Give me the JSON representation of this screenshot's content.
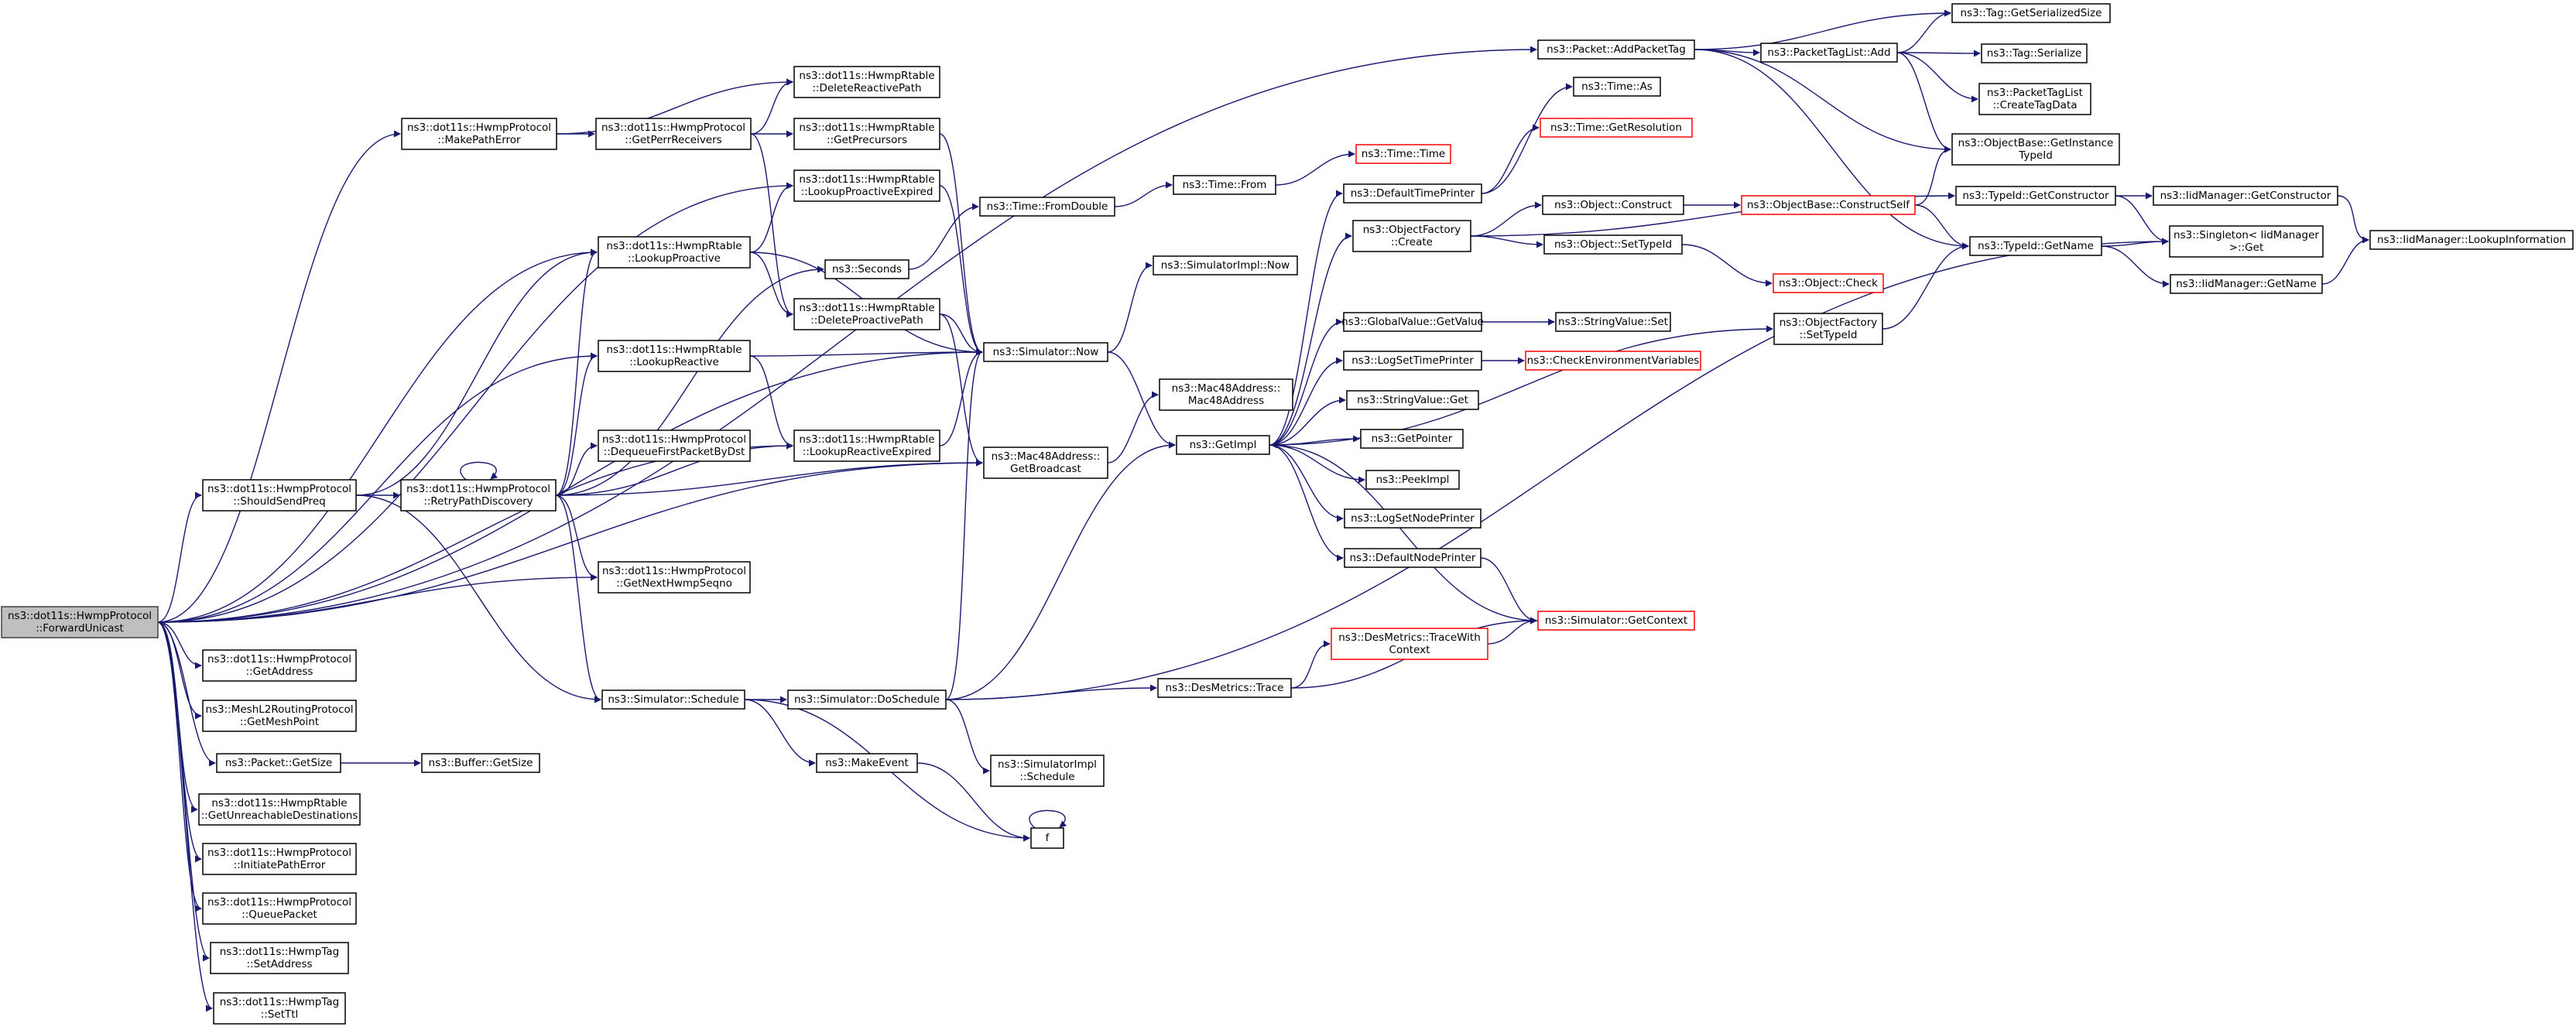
{
  "diagram": {
    "title": "",
    "colors": {
      "edge": "#191970",
      "root_fill": "#bfbfbf",
      "truncated_border": "#ff0000"
    },
    "nodes": [
      {
        "id": "forwardUnicast",
        "lines": [
          "ns3::dot11s::HwmpProtocol",
          "::ForwardUnicast"
        ],
        "root": true
      },
      {
        "id": "makePathError",
        "lines": [
          "ns3::dot11s::HwmpProtocol",
          "::MakePathError"
        ]
      },
      {
        "id": "getPerrReceivers",
        "lines": [
          "ns3::dot11s::HwmpProtocol",
          "::GetPerrReceivers"
        ]
      },
      {
        "id": "deleteReactivePath",
        "lines": [
          "ns3::dot11s::HwmpRtable",
          "::DeleteReactivePath"
        ]
      },
      {
        "id": "getPrecursors",
        "lines": [
          "ns3::dot11s::HwmpRtable",
          "::GetPrecursors"
        ]
      },
      {
        "id": "lookupProactiveExpired",
        "lines": [
          "ns3::dot11s::HwmpRtable",
          "::LookupProactiveExpired"
        ]
      },
      {
        "id": "lookupProactive",
        "lines": [
          "ns3::dot11s::HwmpRtable",
          "::LookupProactive"
        ]
      },
      {
        "id": "seconds",
        "lines": [
          "ns3::Seconds"
        ]
      },
      {
        "id": "deleteProactivePath",
        "lines": [
          "ns3::dot11s::HwmpRtable",
          "::DeleteProactivePath"
        ]
      },
      {
        "id": "lookupReactive",
        "lines": [
          "ns3::dot11s::HwmpRtable",
          "::LookupReactive"
        ]
      },
      {
        "id": "dequeueFirst",
        "lines": [
          "ns3::dot11s::HwmpProtocol",
          "::DequeueFirstPacketByDst"
        ]
      },
      {
        "id": "lookupReactiveExpired",
        "lines": [
          "ns3::dot11s::HwmpRtable",
          "::LookupReactiveExpired"
        ]
      },
      {
        "id": "shouldSendPreq",
        "lines": [
          "ns3::dot11s::HwmpProtocol",
          "::ShouldSendPreq"
        ]
      },
      {
        "id": "retryPathDiscovery",
        "lines": [
          "ns3::dot11s::HwmpProtocol",
          "::RetryPathDiscovery"
        ]
      },
      {
        "id": "getNextHwmpSeqno",
        "lines": [
          "ns3::dot11s::HwmpProtocol",
          "::GetNextHwmpSeqno"
        ]
      },
      {
        "id": "getAddress",
        "lines": [
          "ns3::dot11s::HwmpProtocol",
          "::GetAddress"
        ]
      },
      {
        "id": "getMeshPoint",
        "lines": [
          "ns3::MeshL2RoutingProtocol",
          "::GetMeshPoint"
        ]
      },
      {
        "id": "packetGetSize",
        "lines": [
          "ns3::Packet::GetSize"
        ]
      },
      {
        "id": "bufferGetSize",
        "lines": [
          "ns3::Buffer::GetSize"
        ]
      },
      {
        "id": "getUnreachable",
        "lines": [
          "ns3::dot11s::HwmpRtable",
          "::GetUnreachableDestinations"
        ]
      },
      {
        "id": "initiatePathError",
        "lines": [
          "ns3::dot11s::HwmpProtocol",
          "::InitiatePathError"
        ]
      },
      {
        "id": "queuePacket",
        "lines": [
          "ns3::dot11s::HwmpProtocol",
          "::QueuePacket"
        ]
      },
      {
        "id": "hwmpTagSetAddress",
        "lines": [
          "ns3::dot11s::HwmpTag",
          "::SetAddress"
        ]
      },
      {
        "id": "hwmpTagSetTtl",
        "lines": [
          "ns3::dot11s::HwmpTag",
          "::SetTtl"
        ]
      },
      {
        "id": "simSchedule",
        "lines": [
          "ns3::Simulator::Schedule"
        ]
      },
      {
        "id": "simDoSchedule",
        "lines": [
          "ns3::Simulator::DoSchedule"
        ]
      },
      {
        "id": "makeEvent",
        "lines": [
          "ns3::MakeEvent"
        ]
      },
      {
        "id": "f",
        "lines": [
          "f"
        ]
      },
      {
        "id": "simImplSchedule",
        "lines": [
          "ns3::SimulatorImpl",
          "::Schedule"
        ]
      },
      {
        "id": "desMetricsTrace",
        "lines": [
          "ns3::DesMetrics::Trace"
        ]
      },
      {
        "id": "traceWithContext",
        "lines": [
          "ns3::DesMetrics::TraceWith",
          "Context"
        ],
        "truncated": true
      },
      {
        "id": "getContext",
        "lines": [
          "ns3::Simulator::GetContext"
        ],
        "truncated": true
      },
      {
        "id": "simNow",
        "lines": [
          "ns3::Simulator::Now"
        ]
      },
      {
        "id": "simImplNow",
        "lines": [
          "ns3::SimulatorImpl::Now"
        ]
      },
      {
        "id": "timeFromDouble",
        "lines": [
          "ns3::Time::FromDouble"
        ]
      },
      {
        "id": "timeFrom",
        "lines": [
          "ns3::Time::From"
        ]
      },
      {
        "id": "timeTime",
        "lines": [
          "ns3::Time::Time"
        ],
        "truncated": true
      },
      {
        "id": "mac48Ctor",
        "lines": [
          "ns3::Mac48Address::",
          "Mac48Address"
        ]
      },
      {
        "id": "mac48Broadcast",
        "lines": [
          "ns3::Mac48Address::",
          "GetBroadcast"
        ]
      },
      {
        "id": "getImpl",
        "lines": [
          "ns3::GetImpl"
        ]
      },
      {
        "id": "packetAddTag",
        "lines": [
          "ns3::Packet::AddPacketTag"
        ]
      },
      {
        "id": "tagListAdd",
        "lines": [
          "ns3::PacketTagList::Add"
        ]
      },
      {
        "id": "tagGetSerSize",
        "lines": [
          "ns3::Tag::GetSerializedSize"
        ]
      },
      {
        "id": "tagSerialize",
        "lines": [
          "ns3::Tag::Serialize"
        ]
      },
      {
        "id": "createTagData",
        "lines": [
          "ns3::PacketTagList",
          "::CreateTagData"
        ]
      },
      {
        "id": "getInstanceTypeId",
        "lines": [
          "ns3::ObjectBase::GetInstance",
          "TypeId"
        ]
      },
      {
        "id": "timeAs",
        "lines": [
          "ns3::Time::As"
        ]
      },
      {
        "id": "timeGetResolution",
        "lines": [
          "ns3::Time::GetResolution"
        ],
        "truncated": true
      },
      {
        "id": "defaultTimePrinter",
        "lines": [
          "ns3::DefaultTimePrinter"
        ]
      },
      {
        "id": "objFactoryCreate",
        "lines": [
          "ns3::ObjectFactory",
          "::Create"
        ]
      },
      {
        "id": "objConstruct",
        "lines": [
          "ns3::Object::Construct"
        ]
      },
      {
        "id": "constructSelf",
        "lines": [
          "ns3::ObjectBase::ConstructSelf"
        ],
        "truncated": true
      },
      {
        "id": "objSetTypeId",
        "lines": [
          "ns3::Object::SetTypeId"
        ]
      },
      {
        "id": "objCheck",
        "lines": [
          "ns3::Object::Check"
        ],
        "truncated": true
      },
      {
        "id": "gvGetValue",
        "lines": [
          "ns3::GlobalValue::GetValue"
        ]
      },
      {
        "id": "svSet",
        "lines": [
          "ns3::StringValue::Set"
        ]
      },
      {
        "id": "logSetTimePrinter",
        "lines": [
          "ns3::LogSetTimePrinter"
        ]
      },
      {
        "id": "checkEnv",
        "lines": [
          "ns3::CheckEnvironmentVariables"
        ],
        "truncated": true
      },
      {
        "id": "svGet",
        "lines": [
          "ns3::StringValue::Get"
        ]
      },
      {
        "id": "getPointer",
        "lines": [
          "ns3::GetPointer"
        ]
      },
      {
        "id": "peekImpl",
        "lines": [
          "ns3::PeekImpl"
        ]
      },
      {
        "id": "logSetNodePrinter",
        "lines": [
          "ns3::LogSetNodePrinter"
        ]
      },
      {
        "id": "defaultNodePrinter",
        "lines": [
          "ns3::DefaultNodePrinter"
        ]
      },
      {
        "id": "ofSetTypeId",
        "lines": [
          "ns3::ObjectFactory",
          "::SetTypeId"
        ]
      },
      {
        "id": "tidGetConstructor",
        "lines": [
          "ns3::TypeId::GetConstructor"
        ]
      },
      {
        "id": "tidGetName",
        "lines": [
          "ns3::TypeId::GetName"
        ]
      },
      {
        "id": "iidGetConstructor",
        "lines": [
          "ns3::IidManager::GetConstructor"
        ]
      },
      {
        "id": "singletonGet",
        "lines": [
          "ns3::Singleton< IidManager",
          " >::Get"
        ]
      },
      {
        "id": "iidGetName",
        "lines": [
          "ns3::IidManager::GetName"
        ]
      },
      {
        "id": "iidLookupInfo",
        "lines": [
          "ns3::IidManager::LookupInformation"
        ]
      }
    ]
  }
}
